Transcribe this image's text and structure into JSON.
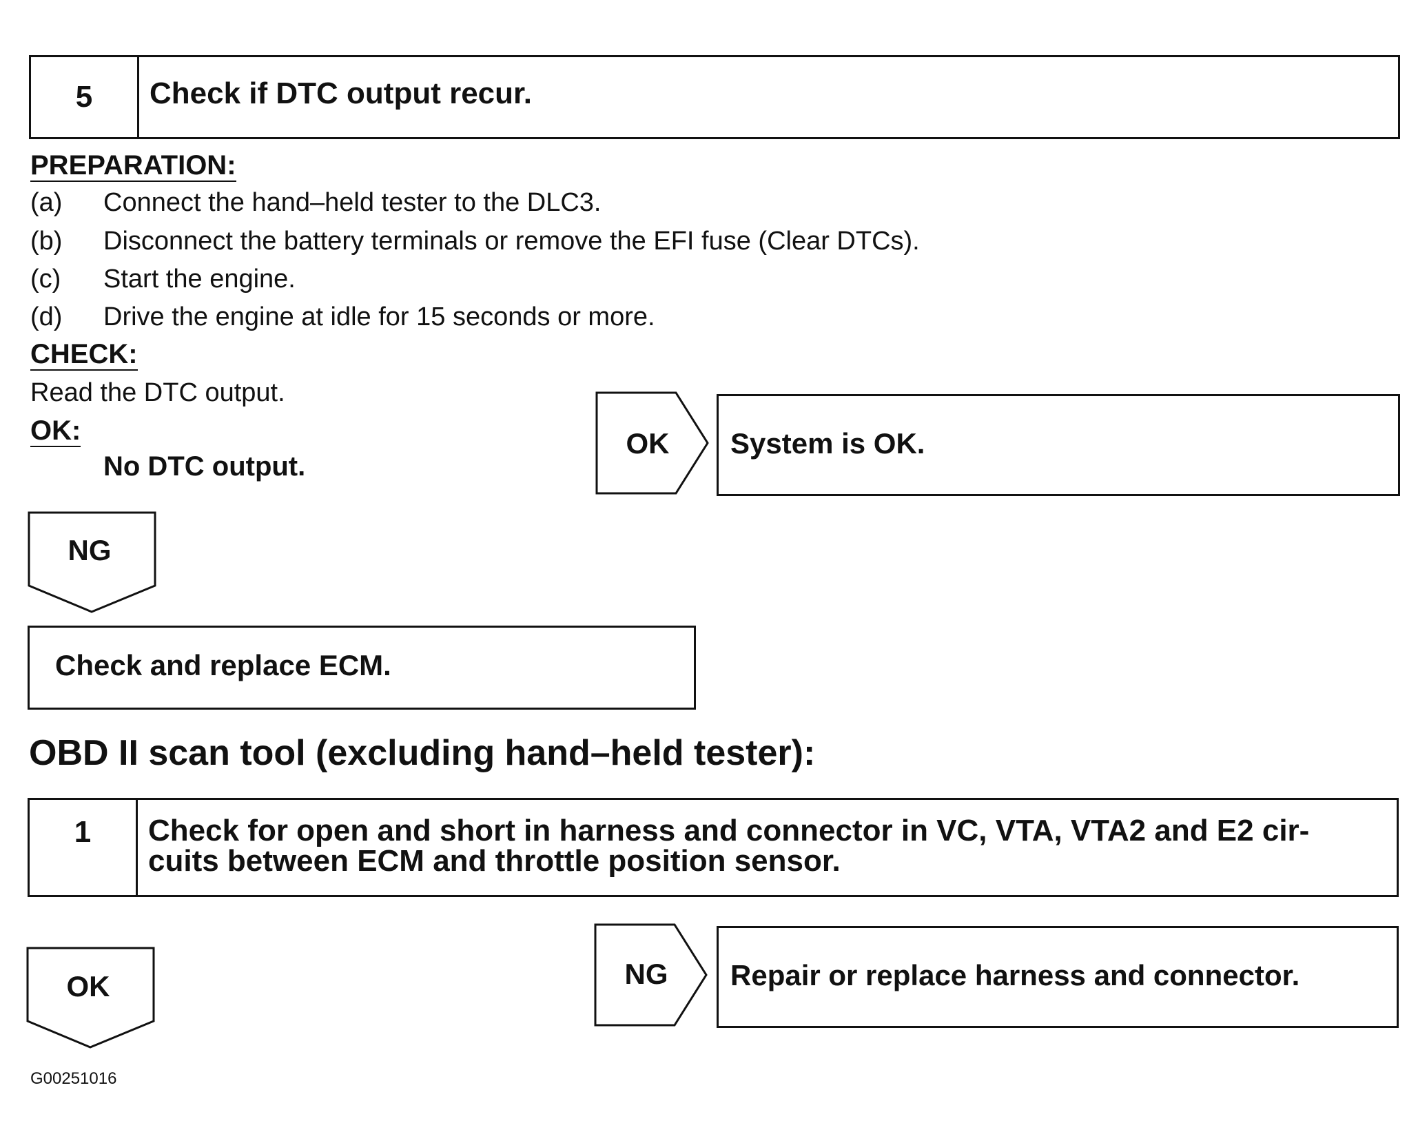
{
  "step5": {
    "number": "5",
    "title": "Check if DTC output recur."
  },
  "preparation": {
    "heading": "PREPARATION:",
    "items": [
      {
        "letter": "(a)",
        "text": "Connect the hand–held tester to the DLC3."
      },
      {
        "letter": "(b)",
        "text": "Disconnect the battery terminals or remove the EFI fuse (Clear DTCs)."
      },
      {
        "letter": "(c)",
        "text": "Start the engine."
      },
      {
        "letter": "(d)",
        "text": "Drive the engine at idle for 15 seconds or more."
      }
    ]
  },
  "check": {
    "heading": "CHECK:",
    "text": "Read the DTC output."
  },
  "ok": {
    "heading": "OK:",
    "text": "No DTC output."
  },
  "flow1": {
    "ok_label": "OK",
    "ok_result": "System is OK.",
    "ng_label": "NG",
    "ng_result": "Check and replace ECM."
  },
  "section_title": "OBD II scan tool (excluding hand–held tester):",
  "step1": {
    "number": "1",
    "title_line1": "Check for open and short in harness and connector in VC, VTA, VTA2 and E2 cir-",
    "title_line2": "cuits between ECM and throttle position sensor."
  },
  "flow2": {
    "ok_label": "OK",
    "ng_label": "NG",
    "ng_result": "Repair or replace harness and connector."
  },
  "figure_id": "G00251016"
}
